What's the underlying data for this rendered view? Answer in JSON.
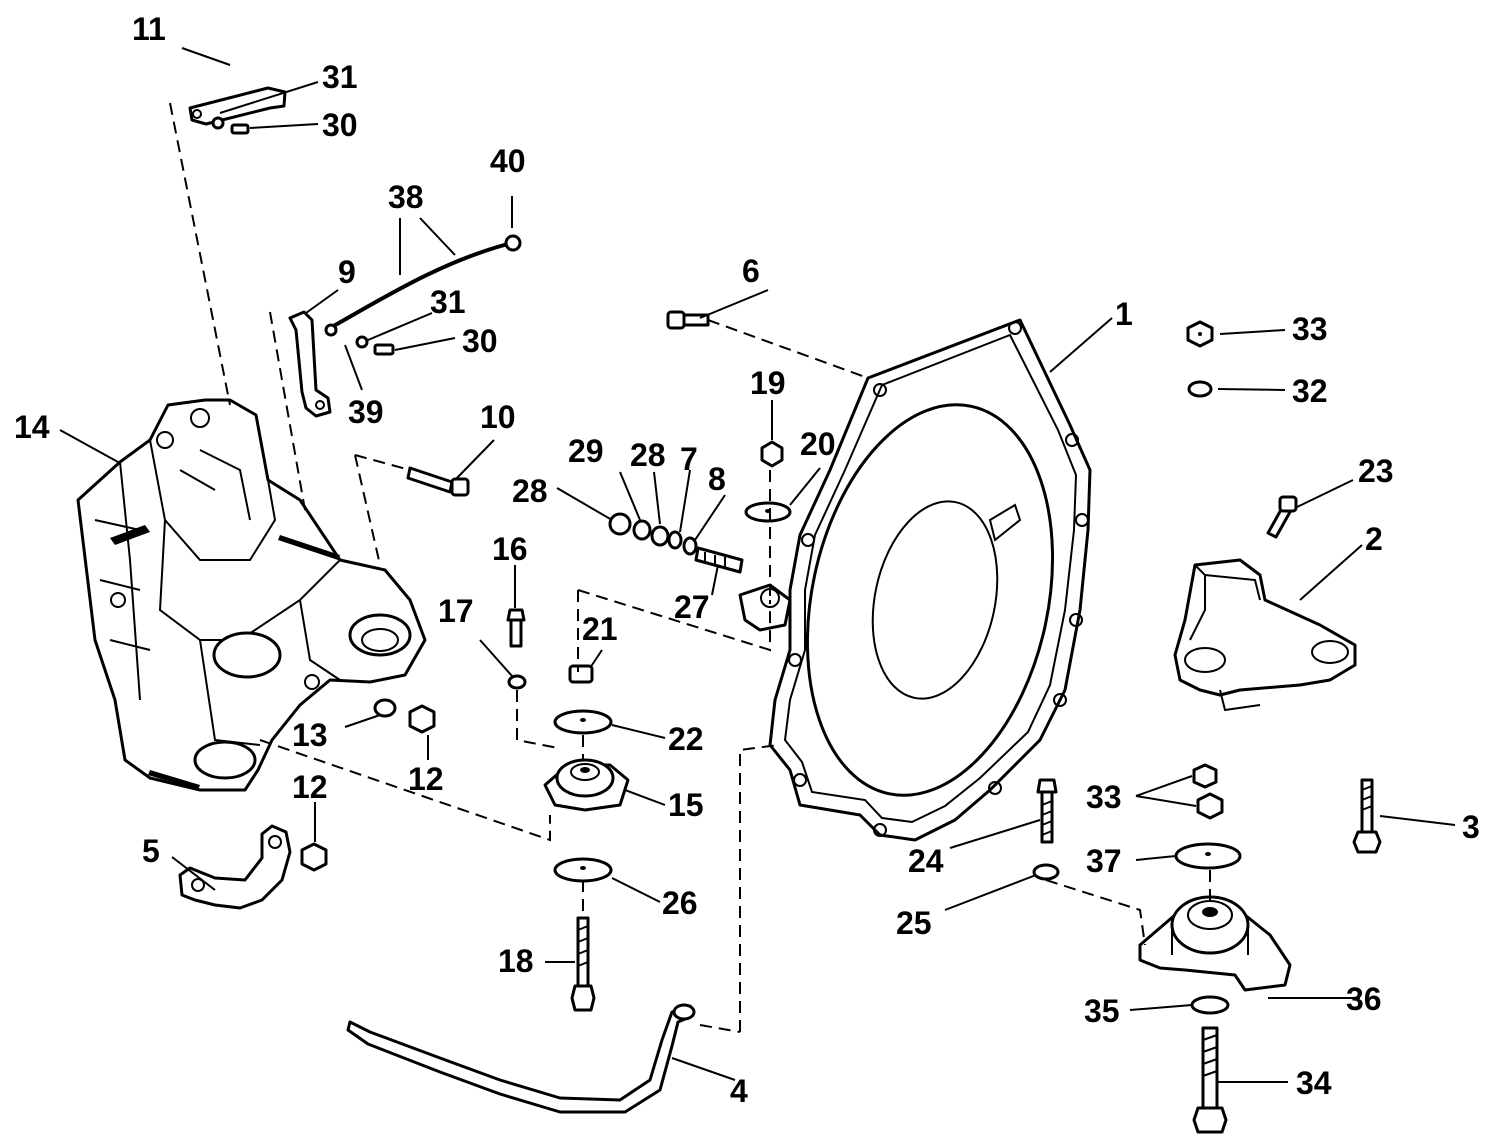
{
  "callouts": {
    "c1": "1",
    "c2": "2",
    "c3": "3",
    "c4": "4",
    "c5": "5",
    "c6": "6",
    "c7": "7",
    "c8": "8",
    "c9": "9",
    "c10": "10",
    "c11": "11",
    "c12a": "12",
    "c12b": "12",
    "c13": "13",
    "c14": "14",
    "c15": "15",
    "c16": "16",
    "c17": "17",
    "c18": "18",
    "c19": "19",
    "c20": "20",
    "c21": "21",
    "c22": "22",
    "c23": "23",
    "c24": "24",
    "c25": "25",
    "c26": "26",
    "c27": "27",
    "c28a": "28",
    "c28b": "28",
    "c29": "29",
    "c30a": "30",
    "c30b": "30",
    "c31a": "31",
    "c31b": "31",
    "c32": "32",
    "c33a": "33",
    "c33b": "33",
    "c34": "34",
    "c35": "35",
    "c36": "36",
    "c37": "37",
    "c38": "38",
    "c39": "39",
    "c40": "40"
  }
}
